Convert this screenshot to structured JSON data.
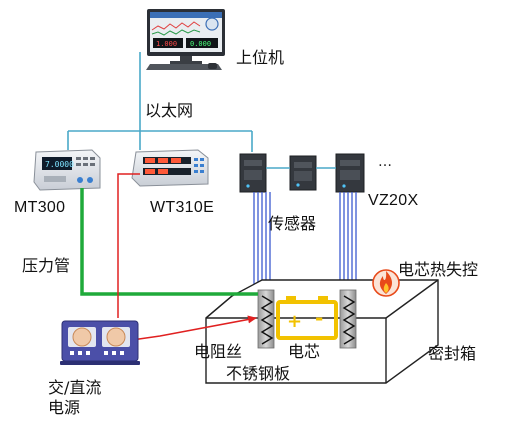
{
  "labels": {
    "host_computer": "上位机",
    "ethernet": "以太网",
    "mt300": "MT300",
    "wt310e": "WT310E",
    "vz20x": "VZ20X",
    "sensor": "传感器",
    "pressure_tube": "压力管",
    "thermal_runaway": "电芯热失控",
    "resistance_wire": "电阻丝",
    "cell": "电芯",
    "sealed_box": "密封箱",
    "stainless_plate": "不锈钢板",
    "power_source_line1": "交/直流",
    "power_source_line2": "电源",
    "ellipsis": "…",
    "monitor_readout_1": "1.000",
    "monitor_readout_2": "0.000",
    "mt300_readout": "7.0000",
    "battery_plus": "+",
    "battery_minus": "-"
  },
  "colors": {
    "ethernet_line": "#4aa8c8",
    "pressure_tube_line": "#1faa3a",
    "power_line": "#e02020",
    "sensor_wire": "#3c5ad0",
    "battery": "#f2c200",
    "flame": "#e84a1a"
  },
  "icons": [
    "monitor-icon",
    "keyboard-icon",
    "flame-icon",
    "battery-icon"
  ]
}
